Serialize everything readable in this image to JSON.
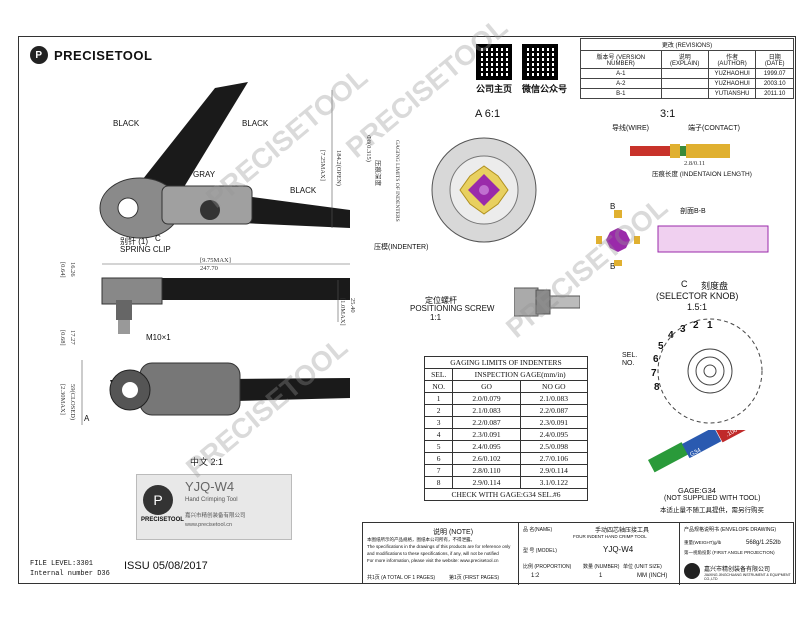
{
  "brand": {
    "name": "PRECISETOOL"
  },
  "qr": [
    {
      "caption": "公司主页"
    },
    {
      "caption": "微信公众号"
    }
  ],
  "revisions": {
    "title": "更改 (REVISIONS)",
    "headers": [
      "版本号 (VERSION NUMBER)",
      "说明 (EXPLAIN)",
      "作者 (AUTHOR)",
      "日期 (DATE)"
    ],
    "rows": [
      [
        "A-1",
        "",
        "YUZHAOHUI",
        "1999.07"
      ],
      [
        "A-2",
        "",
        "YUZHAOHUI",
        "2003.10"
      ],
      [
        "B-1",
        "",
        "YUTIANSHU",
        "2011.10"
      ]
    ]
  },
  "left_view": {
    "labels": {
      "black1": "BLACK",
      "black2": "BLACK",
      "black3": "BLACK",
      "gray": "GRAY",
      "spring_cn": "别针 (1)",
      "spring": "SPRING CLIP",
      "c": "C"
    },
    "dim_open": "[7.25MAX]",
    "dim_open_mm": "184.2(OPEN)",
    "dim_len_in": "[9.75MAX]",
    "dim_len_mm": "247.70",
    "dim_left_a": "[0.64]",
    "dim_left_b": "16.26",
    "dim_right_a": "[1.0MAX]",
    "dim_right_b": "25.40",
    "m10": "M10×1",
    "dim_left2_a": "[0.68]",
    "dim_left2_b": "17.27",
    "dim_bottom_a": "[2.30MAX]",
    "dim_bottom_b": "59(CLOSED)",
    "a_label": "A",
    "scale_cn": "中文 2:1",
    "model_badge": "YJQ-W4"
  },
  "section_a": {
    "title": "A 6:1",
    "dims": [
      "Φ8(0.315)",
      "压痕深度",
      "GAGING LIMITS OF INDENTERS",
      "压模(INDENTER)"
    ]
  },
  "section_31": {
    "title": "3:1",
    "wire": "导线(WIRE)",
    "contact": "端子(CONTACT)",
    "dim": "2.8/0.11",
    "indent": "压痕长度 (INDENTAION LENGTH)"
  },
  "section_b": {
    "b1": "B",
    "b2": "B",
    "title": "剖面B-B"
  },
  "screw": {
    "cn": "定位螺杆",
    "en": "POSITIONING SCREW",
    "scale": "1:1"
  },
  "knob": {
    "c": "C",
    "cn": "刻度盘",
    "en": "(SELECTOR KNOB)",
    "scale": "1.5:1",
    "digits": [
      "1",
      "2",
      "3",
      "4",
      "5",
      "6",
      "7",
      "8"
    ],
    "sel": "SEL.",
    "no": "NO."
  },
  "gaging": {
    "title": "GAGING LIMITS OF INDENTERS",
    "col_sel": "SEL.",
    "col_no": "NO.",
    "col_inspect": "INSPECTION GAGE(mm/in)",
    "col_go": "GO",
    "col_nogo": "NO GO",
    "rows": [
      {
        "sel": "1",
        "go": "2.0/0.079",
        "nogo": "2.1/0.083"
      },
      {
        "sel": "2",
        "go": "2.1/0.083",
        "nogo": "2.2/0.087"
      },
      {
        "sel": "3",
        "go": "2.2/0.087",
        "nogo": "2.3/0.091"
      },
      {
        "sel": "4",
        "go": "2.3/0.091",
        "nogo": "2.4/0.095"
      },
      {
        "sel": "5",
        "go": "2.4/0.095",
        "nogo": "2.5/0.098"
      },
      {
        "sel": "6",
        "go": "2.6/0.102",
        "nogo": "2.7/0.106"
      },
      {
        "sel": "7",
        "go": "2.8/0.110",
        "nogo": "2.9/0.114"
      },
      {
        "sel": "8",
        "go": "2.9/0.114",
        "nogo": "3.1/0.122"
      }
    ],
    "footer": "CHECK WITH GAGE:G34 SEL.#6"
  },
  "gage": {
    "title": "GAGE:G34",
    "note": "(NOT SUPPLIED WITH TOOL)",
    "cn": "本适止量不随工具提供，需另行购买",
    "go": ".102",
    "nogo": ".106",
    "code": "G34"
  },
  "product_card": {
    "model": "YJQ-W4",
    "sub": "Hand Crimping Tool",
    "company_cn": "嘉兴市精创装备有限公司",
    "web": "www.precisetool.cn",
    "brand": "PRECISETOOL"
  },
  "file_info": {
    "level": "FILE LEVEL:3301",
    "internal": "Internal number D36",
    "issue": "ISSU 05/08/2017"
  },
  "notes": {
    "title": "说明 (NOTE)",
    "lines": [
      "本图纸所示的产品规格，图纸本公司所有，不得泄露。",
      "The specifications in the drawings of this products are for reference only",
      "and modifications to these specifications, if any, will not be notified",
      "For more information, please visit the website: www.precisetool.cn"
    ],
    "total_pages": "共1页 (A TOTAL OF 1 PAGES)",
    "first_page": "第1页 (FIRST PAGES)"
  },
  "title_block": {
    "name_label": "品 名(NAME)",
    "name_cn": "手动四芯轴压接工具",
    "name_en": "FOUR INDENT HAND CRIMP TOOL",
    "model_label": "型 号 (MODEL)",
    "model": "YJQ-W4",
    "proportion_label": "比例 (PROPORTION)",
    "proportion": "1:2",
    "number_label": "数量 (NUMBER)",
    "number": "1",
    "unit_label": "单位 (UNIT SIZE)",
    "unit": "MM (INCH)",
    "drawing_label": "产品规格说明书 (ENVELOPE DRAWING)",
    "weight_label": "重量(WEIGHT)g/lb",
    "weight": "568g/1.252lb",
    "projection": "第一视角投影 (FIRST ANGLE PROJECTION)",
    "company_cn": "嘉兴市精创装备有限公司",
    "company_en": "JIAXING JINGCHUANG INSTRUMENT & EQUIPMENT CO.,LTD"
  },
  "watermark": "PRECISETOOL",
  "colors": {
    "red": "#c8322a",
    "gold": "#e0b030",
    "purple": "#8a2a9a",
    "gage_blue": "#2a5ab0",
    "gage_green": "#2a9a3a",
    "gage_red": "#c02a2a"
  }
}
